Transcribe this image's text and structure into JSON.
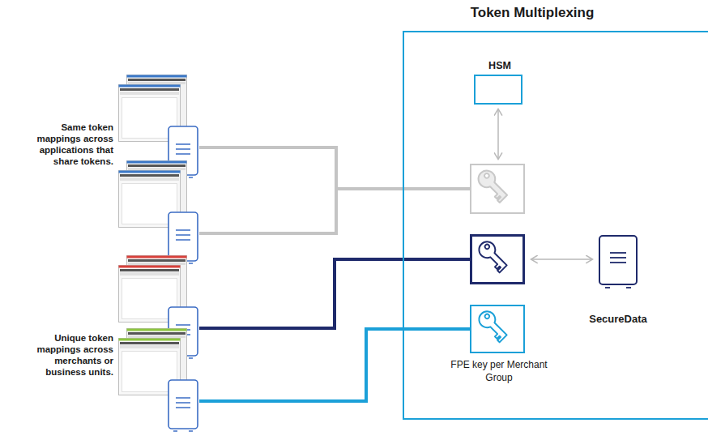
{
  "diagram": {
    "nodes": [
      {
        "text": [
          "Token Multiplexing"
        ]
      },
      {
        "text": [
          "HSM"
        ],
        "in": 0
      },
      {
        "text": [],
        "in": 0
      },
      {
        "text": [],
        "in": 0
      },
      {
        "text": [
          "SecureData"
        ],
        "in": 0
      },
      {
        "text": [
          "FPE key per Merchant Group"
        ],
        "in": 0
      },
      {
        "text": []
      },
      {
        "text": []
      },
      {
        "text": []
      },
      {
        "text": []
      }
    ],
    "edges": [
      {
        "from": 6,
        "to": 2,
        "arrow": "none"
      },
      {
        "from": 7,
        "to": 2,
        "arrow": "none"
      },
      {
        "from": 8,
        "to": 3,
        "arrow": "none"
      },
      {
        "from": 9,
        "to": 5,
        "arrow": "none"
      },
      {
        "from": 1,
        "to": 2,
        "arrow": "both"
      },
      {
        "from": 3,
        "to": 4,
        "arrow": "both"
      }
    ],
    "labels": [
      "Same token mappings across applications that share tokens.",
      "Unique token mappings across merchants or business units."
    ]
  }
}
